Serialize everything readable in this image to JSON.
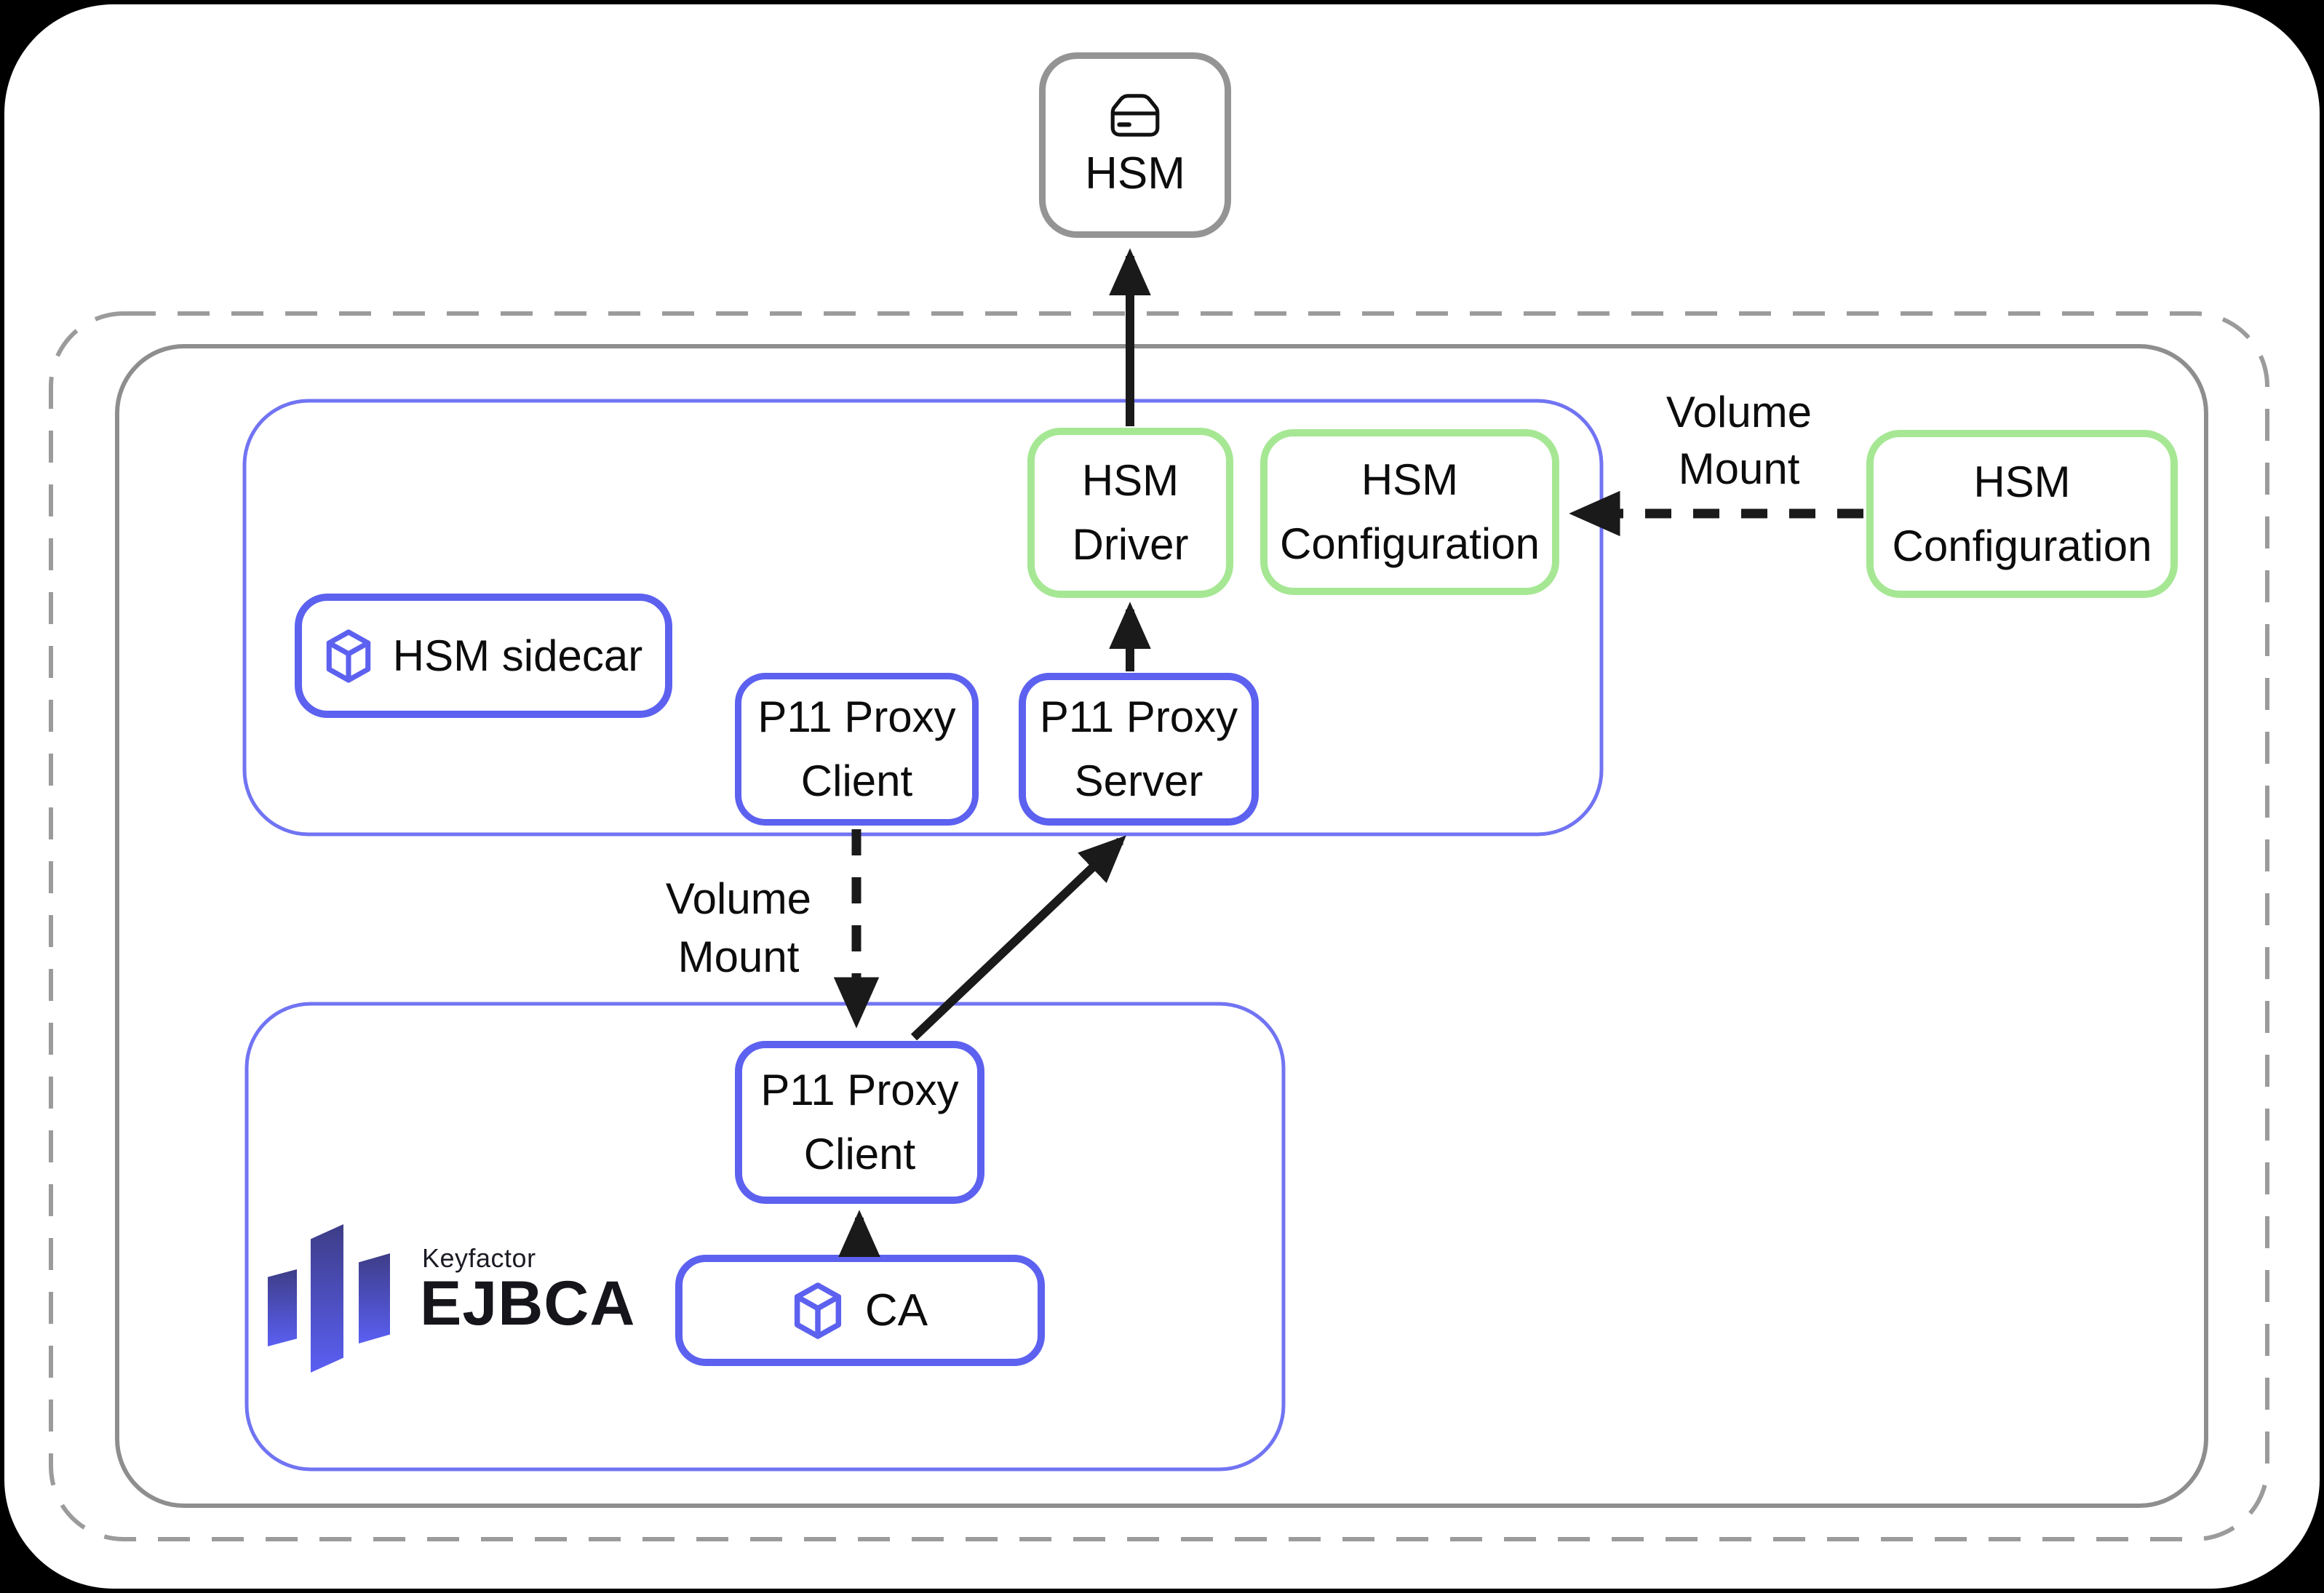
{
  "nodes": {
    "hsm": {
      "label": "HSM"
    },
    "hsm_driver": {
      "line1": "HSM",
      "line2": "Driver"
    },
    "hsm_config_inner": {
      "line1": "HSM",
      "line2": "Configuration"
    },
    "hsm_config_external": {
      "line1": "HSM",
      "line2": "Configuration"
    },
    "hsm_sidecar": {
      "label": "HSM sidecar"
    },
    "p11_proxy_client_sidecar": {
      "line1": "P11 Proxy",
      "line2": "Client"
    },
    "p11_proxy_server": {
      "line1": "P11 Proxy",
      "line2": "Server"
    },
    "p11_proxy_client_ejbca": {
      "line1": "P11 Proxy",
      "line2": "Client"
    },
    "ca": {
      "label": "CA"
    }
  },
  "edges": {
    "volume_mount_external": {
      "line1": "Volume",
      "line2": "Mount"
    },
    "volume_mount_proxy": {
      "line1": "Volume",
      "line2": "Mount"
    }
  },
  "logo": {
    "brand": "Keyfactor",
    "product": "EJBCA"
  },
  "colors": {
    "accent_blue": "#5d61ef",
    "container_blue": "#7174f2",
    "accent_green": "#a6e794",
    "gray_solid": "#8e8e8e",
    "gray_dashed": "#9b9b9b",
    "hsm_border_gray": "#949494",
    "arrow_black": "#1a1a1a",
    "logo_gradient_top": "#3e3d87",
    "logo_gradient_bottom": "#5a5ff3"
  }
}
